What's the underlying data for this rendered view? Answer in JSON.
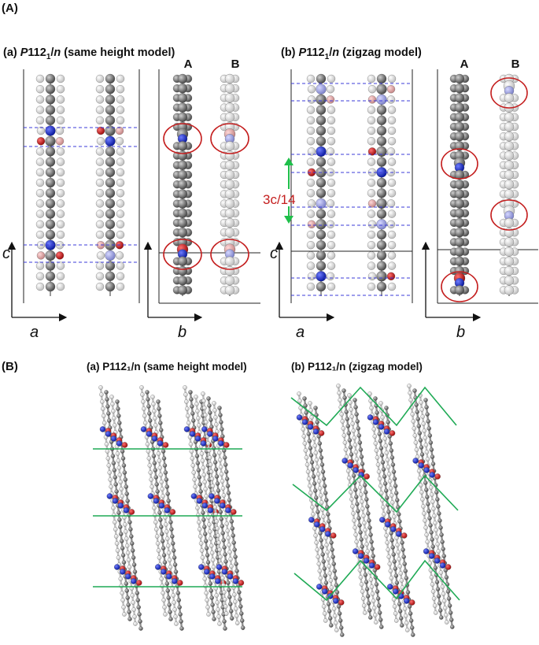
{
  "partA": {
    "label": "(A)",
    "panels": [
      {
        "title_prefix": "(a) ",
        "title_italic": "P",
        "title_mid": "112",
        "title_sub": "1",
        "title_slash": "/",
        "title_n": "n",
        "title_suffix": " (same height model)",
        "axis_vertical": "c",
        "axis_horizontal": "a",
        "axis_side": "b",
        "col_A": "A",
        "col_B": "B"
      },
      {
        "title_prefix": "(b) ",
        "title_italic": "P",
        "title_mid": "112",
        "title_sub": "1",
        "title_slash": "/",
        "title_n": "n",
        "title_suffix": " (zigzag model)",
        "axis_vertical": "c",
        "axis_horizontal": "a",
        "axis_side": "b",
        "col_A": "A",
        "col_B": "B",
        "spacing_label": "3c/14"
      }
    ]
  },
  "partB": {
    "label": "(B)",
    "title_a": "(a) P112₁/n (same height model)",
    "title_b": "(b) P112₁/n (zigzag model)"
  },
  "colors": {
    "carbon": "#7a7a7a",
    "hydrogen": "#f2f2f2",
    "nitrogen": "#1a2fd6",
    "nitrogen_light": "#9a9ee0",
    "oxygen": "#d21b1b",
    "oxygen_light": "#e0a0a0",
    "hbond": "#3b3bd8",
    "highlight": "#c41e1e",
    "arrow": "#1fbf4a",
    "layer_line": "#1faa55"
  }
}
